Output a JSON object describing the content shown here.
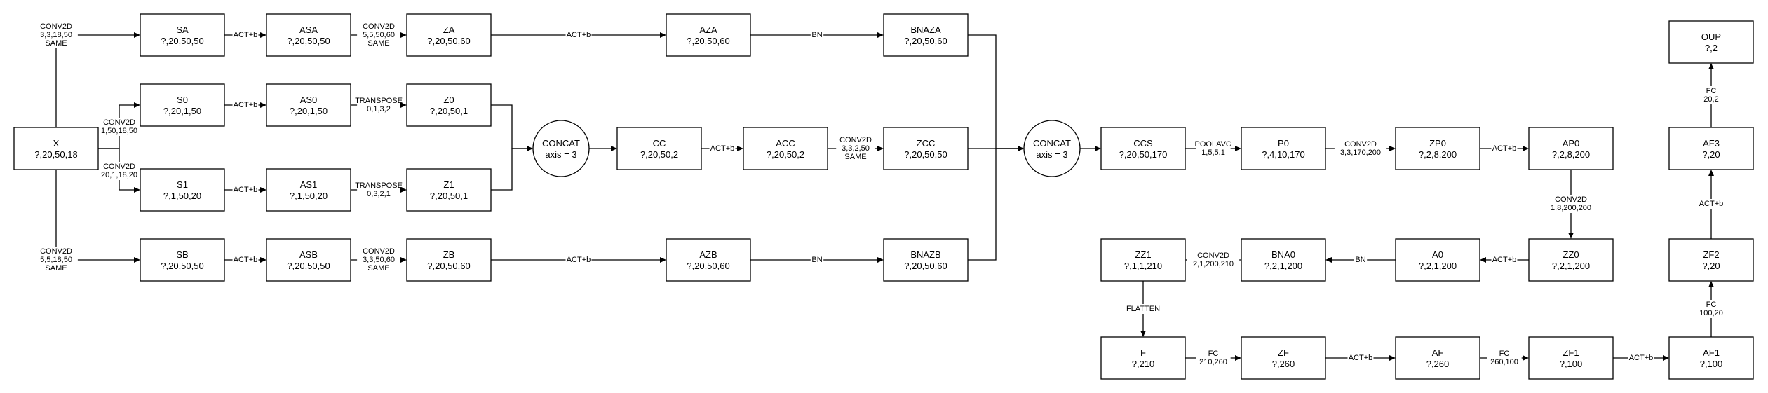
{
  "nodes": {
    "X": {
      "name": "X",
      "shape": "?,20,50,18"
    },
    "SA": {
      "name": "SA",
      "shape": "?,20,50,50"
    },
    "ASA": {
      "name": "ASA",
      "shape": "?,20,50,50"
    },
    "ZA": {
      "name": "ZA",
      "shape": "?,20,50,60"
    },
    "AZA": {
      "name": "AZA",
      "shape": "?,20,50,60"
    },
    "BNAZA": {
      "name": "BNAZA",
      "shape": "?,20,50,60"
    },
    "S0": {
      "name": "S0",
      "shape": "?,20,1,50"
    },
    "AS0": {
      "name": "AS0",
      "shape": "?,20,1,50"
    },
    "Z0": {
      "name": "Z0",
      "shape": "?,20,50,1"
    },
    "S1": {
      "name": "S1",
      "shape": "?,1,50,20"
    },
    "AS1": {
      "name": "AS1",
      "shape": "?,1,50,20"
    },
    "Z1": {
      "name": "Z1",
      "shape": "?,20,50,1"
    },
    "SB": {
      "name": "SB",
      "shape": "?,20,50,50"
    },
    "ASB": {
      "name": "ASB",
      "shape": "?,20,50,50"
    },
    "ZB": {
      "name": "ZB",
      "shape": "?,20,50,60"
    },
    "AZB": {
      "name": "AZB",
      "shape": "?,20,50,60"
    },
    "BNAZB": {
      "name": "BNAZB",
      "shape": "?,20,50,60"
    },
    "CONCAT1": {
      "name": "CONCAT",
      "shape": "axis = 3"
    },
    "CC": {
      "name": "CC",
      "shape": "?,20,50,2"
    },
    "ACC": {
      "name": "ACC",
      "shape": "?,20,50,2"
    },
    "ZCC": {
      "name": "ZCC",
      "shape": "?,20,50,50"
    },
    "CONCAT2": {
      "name": "CONCAT",
      "shape": "axis = 3"
    },
    "CCS": {
      "name": "CCS",
      "shape": "?,20,50,170"
    },
    "P0": {
      "name": "P0",
      "shape": "?,4,10,170"
    },
    "ZP0": {
      "name": "ZP0",
      "shape": "?,2,8,200"
    },
    "AP0": {
      "name": "AP0",
      "shape": "?,2,8,200"
    },
    "ZZ0": {
      "name": "ZZ0",
      "shape": "?,2,1,200"
    },
    "A0": {
      "name": "A0",
      "shape": "?,2,1,200"
    },
    "BNA0": {
      "name": "BNA0",
      "shape": "?,2,1,200"
    },
    "ZZ1": {
      "name": "ZZ1",
      "shape": "?,1,1,210"
    },
    "F": {
      "name": "F",
      "shape": "?,210"
    },
    "ZF": {
      "name": "ZF",
      "shape": "?,260"
    },
    "AF": {
      "name": "AF",
      "shape": "?,260"
    },
    "ZF1": {
      "name": "ZF1",
      "shape": "?,100"
    },
    "AF1": {
      "name": "AF1",
      "shape": "?,100"
    },
    "ZF2": {
      "name": "ZF2",
      "shape": "?,20"
    },
    "AF3": {
      "name": "AF3",
      "shape": "?,20"
    },
    "OUP": {
      "name": "OUP",
      "shape": "?,2"
    }
  },
  "edges": {
    "x_sa": [
      "CONV2D",
      "3,3,18,50",
      "SAME"
    ],
    "sa_asa": [
      "ACT+b"
    ],
    "asa_za": [
      "CONV2D",
      "5,5,50,60",
      "SAME"
    ],
    "za_aza": [
      "ACT+b"
    ],
    "aza_bnaza": [
      "BN"
    ],
    "x_s0": [
      "CONV2D",
      "1,50,18,50"
    ],
    "s0_as0": [
      "ACT+b"
    ],
    "as0_z0": [
      "TRANSPOSE",
      "0,1,3,2"
    ],
    "x_s1": [
      "CONV2D",
      "20,1,18,20"
    ],
    "s1_as1": [
      "ACT+b"
    ],
    "as1_z1": [
      "TRANSPOSE",
      "0,3,2,1"
    ],
    "x_sb": [
      "CONV2D",
      "5,5,18,50",
      "SAME"
    ],
    "sb_asb": [
      "ACT+b"
    ],
    "asb_zb": [
      "CONV2D",
      "3,3,50,60",
      "SAME"
    ],
    "zb_azb": [
      "ACT+b"
    ],
    "azb_bnazb": [
      "BN"
    ],
    "cc_acc": [
      "ACT+b"
    ],
    "acc_zcc": [
      "CONV2D",
      "3,3,2,50",
      "SAME"
    ],
    "ccs_p0": [
      "POOLAVG",
      "1,5,5,1"
    ],
    "p0_zp0": [
      "CONV2D",
      "3,3,170,200"
    ],
    "zp0_ap0": [
      "ACT+b"
    ],
    "ap0_zz0": [
      "CONV2D",
      "1,8,200,200"
    ],
    "zz0_a0": [
      "ACT+b"
    ],
    "a0_bna0": [
      "BN"
    ],
    "bna0_zz1": [
      "CONV2D",
      "2,1,200,210"
    ],
    "zz1_f": [
      "FLATTEN"
    ],
    "f_zf": [
      "FC",
      "210,260"
    ],
    "zf_af": [
      "ACT+b"
    ],
    "af_zf1": [
      "FC",
      "260,100"
    ],
    "zf1_af1": [
      "ACT+b"
    ],
    "af1_zf2": [
      "FC",
      "100,20"
    ],
    "zf2_af3": [
      "ACT+b"
    ],
    "af3_oup": [
      "FC",
      "20,2"
    ]
  }
}
